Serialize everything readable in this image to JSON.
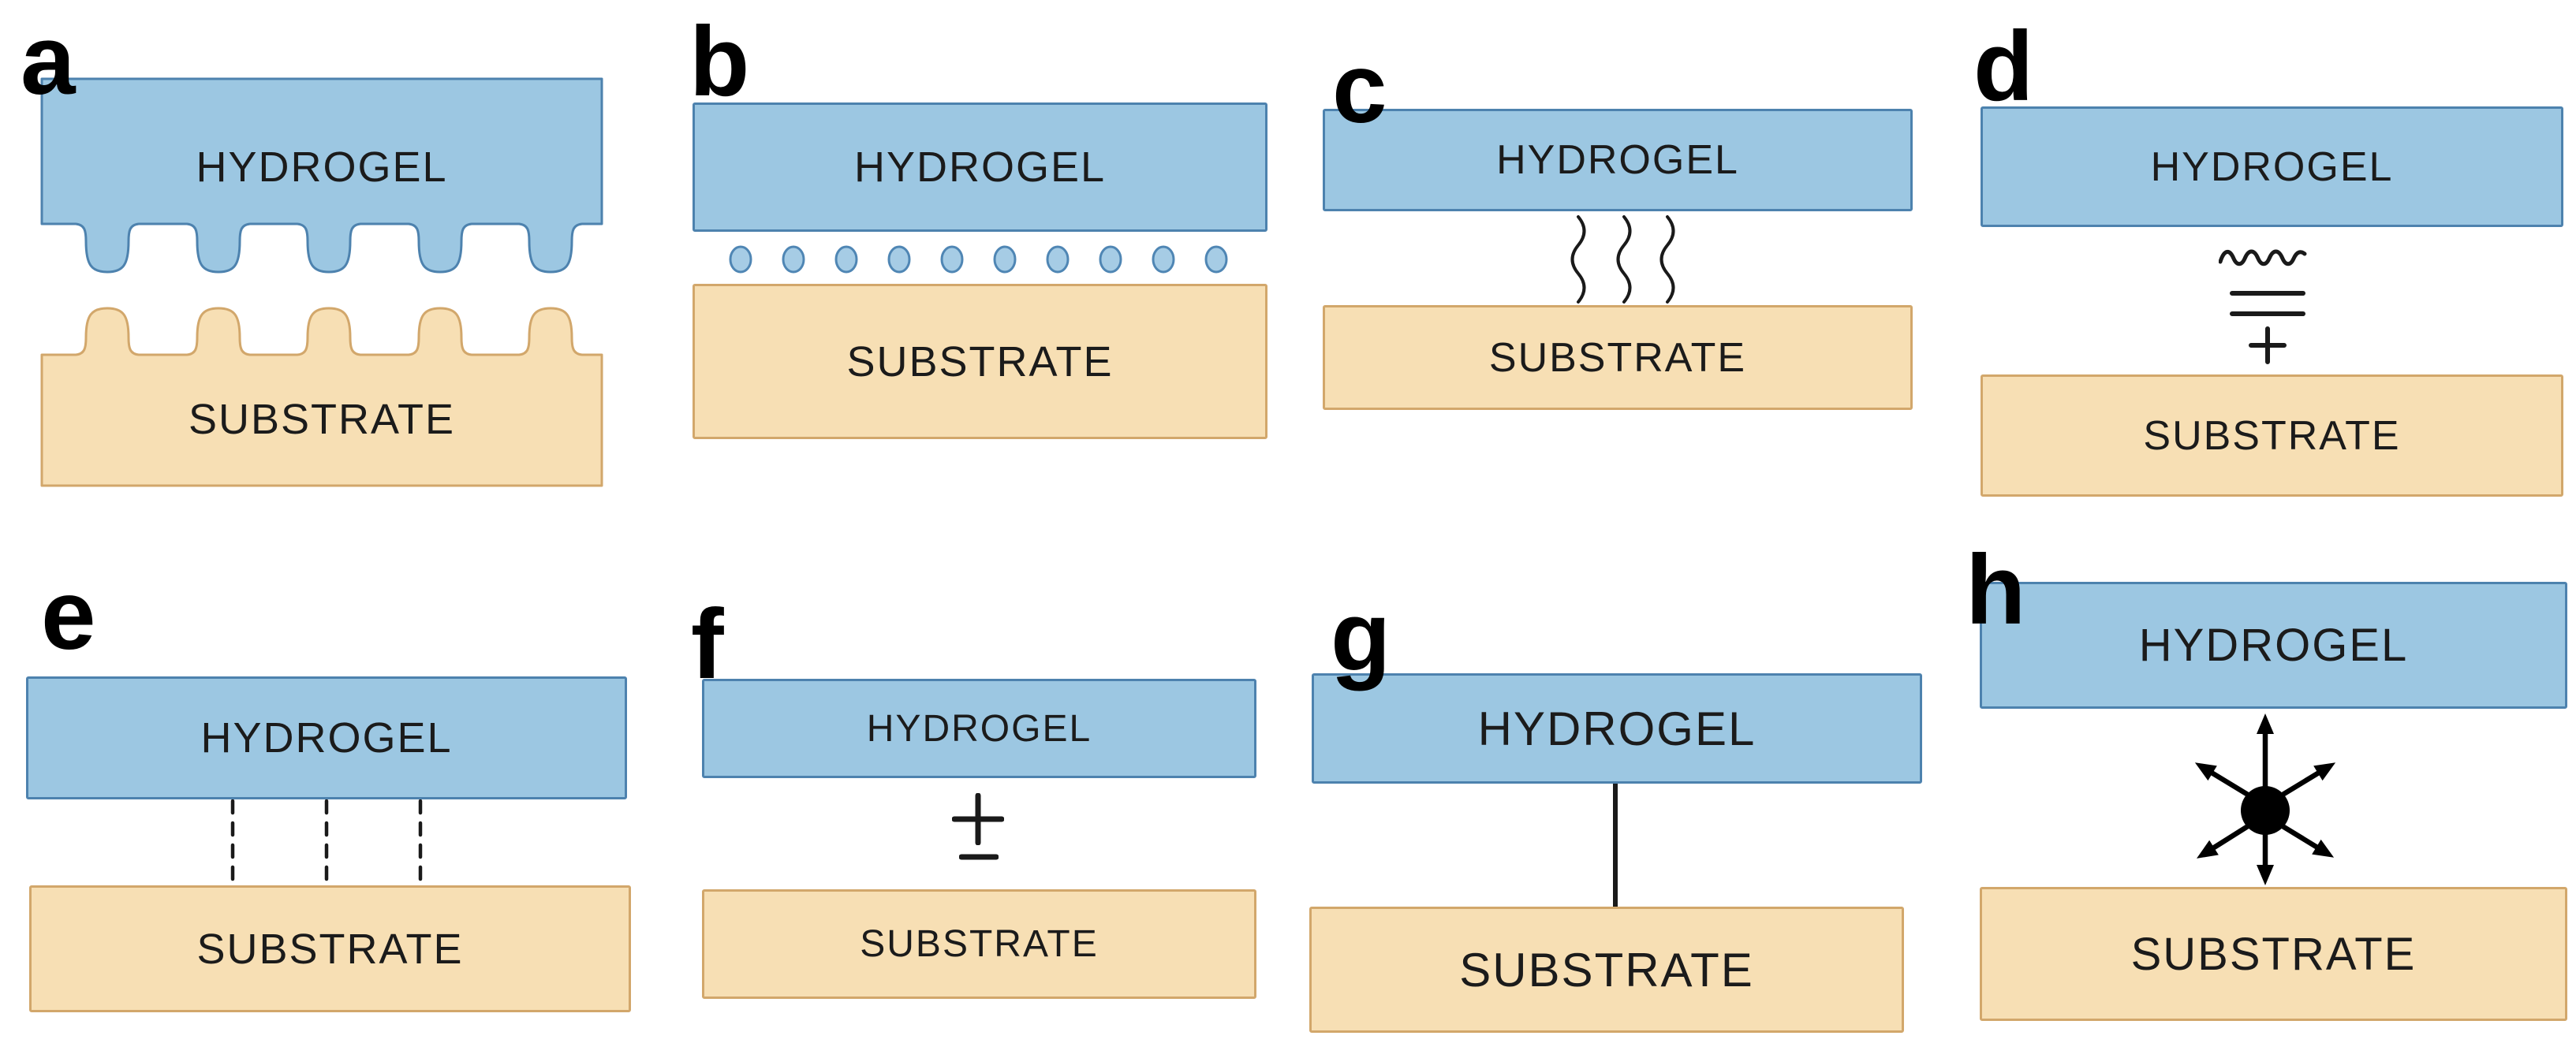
{
  "figure": {
    "panels": [
      {
        "id": "a",
        "label": "a",
        "hydrogel_label": "HYDROGEL",
        "substrate_label": "SUBSTRATE",
        "bond_icon": "interlocking-teeth-icon",
        "teeth_count": 5,
        "bump_count": 5
      },
      {
        "id": "b",
        "label": "b",
        "hydrogel_label": "HYDROGEL",
        "substrate_label": "SUBSTRATE",
        "bond_icon": "particle-row-icon",
        "particle_count": 10
      },
      {
        "id": "c",
        "label": "c",
        "hydrogel_label": "HYDROGEL",
        "substrate_label": "SUBSTRATE",
        "bond_icon": "wavy-chains-icon",
        "chain_count": 3
      },
      {
        "id": "d",
        "label": "d",
        "hydrogel_label": "HYDROGEL",
        "substrate_label": "SUBSTRATE",
        "bond_icon": "wave-equals-plus-icon",
        "symbols": [
          "~",
          "=",
          "+"
        ]
      },
      {
        "id": "e",
        "label": "e",
        "hydrogel_label": "HYDROGEL",
        "substrate_label": "SUBSTRATE",
        "bond_icon": "dashed-bonds-icon",
        "dashed_line_count": 3
      },
      {
        "id": "f",
        "label": "f",
        "hydrogel_label": "HYDROGEL",
        "substrate_label": "SUBSTRATE",
        "bond_icon": "plus-minus-icon",
        "symbols": [
          "+",
          "−"
        ]
      },
      {
        "id": "g",
        "label": "g",
        "hydrogel_label": "HYDROGEL",
        "substrate_label": "SUBSTRATE",
        "bond_icon": "single-bond-line-icon",
        "line_count": 1
      },
      {
        "id": "h",
        "label": "h",
        "hydrogel_label": "HYDROGEL",
        "substrate_label": "SUBSTRATE",
        "bond_icon": "radiating-arrows-icon",
        "arrow_count": 6
      }
    ]
  },
  "colors": {
    "hydrogel_fill": "#9CC7E2",
    "hydrogel_border": "#4D82AE",
    "substrate_fill": "#F7DFB4",
    "substrate_border": "#D2A76B",
    "particle_fill": "#A6CCE5",
    "particle_border": "#4F86B4",
    "symbol_color": "#1A1A1A",
    "text_color": "#1B1B1B"
  }
}
